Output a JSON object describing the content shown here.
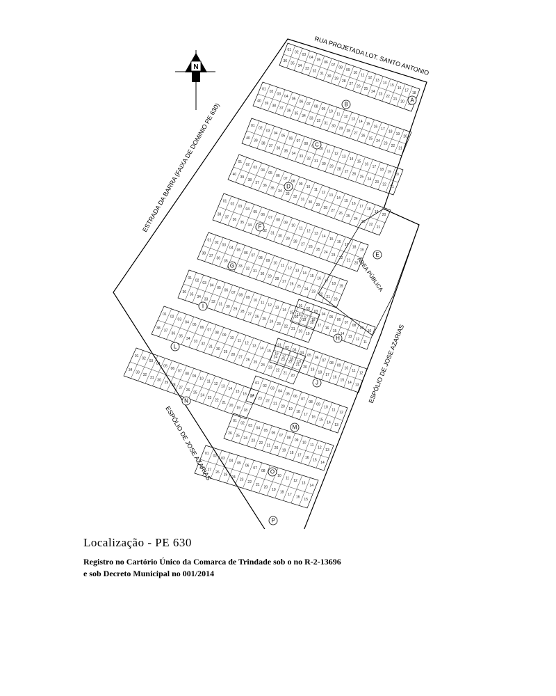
{
  "map": {
    "north_label": "N",
    "roads": {
      "top": "RUA PROJETADA LOT. SANTO ANTONIO",
      "left": "ESTRADA DA BARRA (FAIXA DE DOMINIO PE 630)",
      "right": "ESPÓLIO DE JOSE AZARIAS",
      "bottom_left": "ESPÓLIO DE JOSE AZARIAS"
    },
    "public_area": {
      "letter": "E",
      "label": "ÁREA PÚBLICA"
    },
    "blocks": [
      "A",
      "B",
      "C",
      "D",
      "F",
      "G",
      "H",
      "I",
      "J",
      "L",
      "M",
      "N",
      "O",
      "P"
    ]
  },
  "caption": {
    "title": "Localização - PE 630",
    "line1": "Registro no Cartório Único da Comarca de Trindade sob o no R-2-13696",
    "line2": "e sob Decreto Municipal no 001/2014"
  }
}
